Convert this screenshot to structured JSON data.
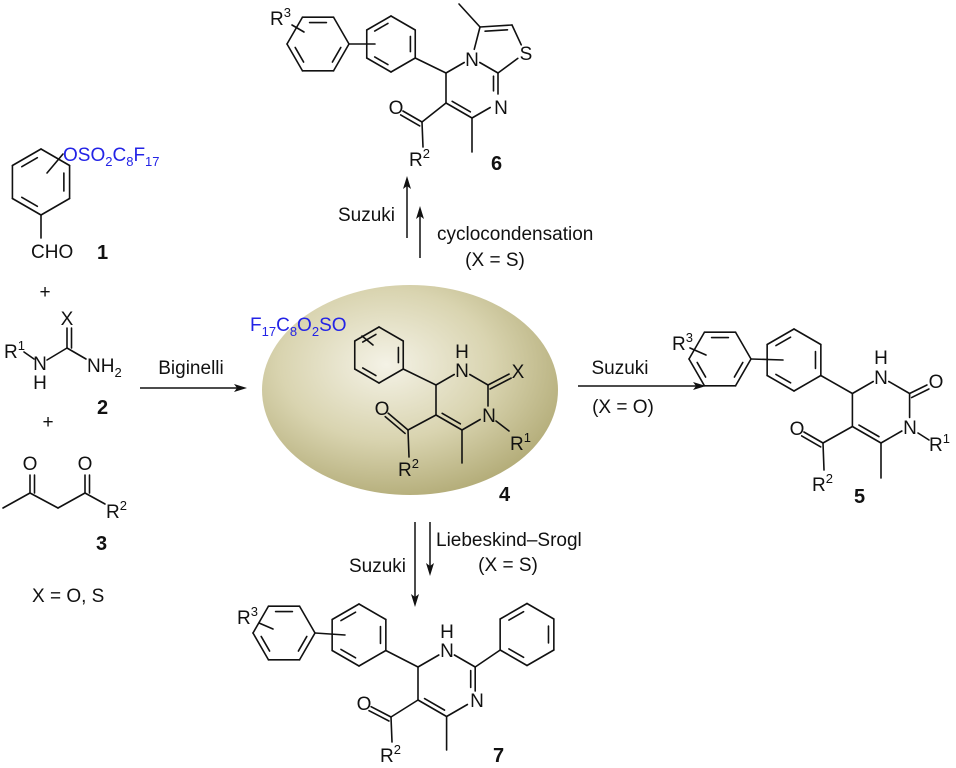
{
  "reactants": {
    "compound_1": {
      "number": "1",
      "substituent": "OSO2C8F17",
      "aldehyde": "CHO"
    },
    "plus_1": "+",
    "compound_2": {
      "number": "2",
      "r_group": "R1",
      "hetero_atom": "X",
      "nitrogen": "N",
      "hydrogen": "H",
      "amine": "NH2"
    },
    "plus_2": "+",
    "compound_3": {
      "number": "3",
      "oxygen_1": "O",
      "oxygen_2": "O",
      "r_group": "R2"
    },
    "condition_note": "X = O, S"
  },
  "reactions": {
    "biginelli": {
      "label": "Biginelli"
    },
    "to_6": {
      "reagent": "Suzuki",
      "step": "cyclocondensation",
      "condition": "(X = S)"
    },
    "to_5": {
      "reagent": "Suzuki",
      "condition": "(X = O)"
    },
    "to_7": {
      "reagent": "Suzuki",
      "step": "Liebeskind–Srogl",
      "condition": "(X = S)"
    }
  },
  "products": {
    "compound_4": {
      "number": "4",
      "substituent": "F17C8O2SO",
      "hydrogen": "H",
      "n1": "N",
      "hetero_atom": "X",
      "n3": "N",
      "r1": "R1",
      "oxygen": "O",
      "r2": "R2"
    },
    "compound_5": {
      "number": "5",
      "r3": "R3",
      "hydrogen": "H",
      "n1": "N",
      "oxygen_ring": "O",
      "n3": "N",
      "r1": "R1",
      "oxygen": "O",
      "r2": "R2"
    },
    "compound_6": {
      "number": "6",
      "r3": "R3",
      "n_bridge": "N",
      "sulfur": "S",
      "n_ring": "N",
      "oxygen": "O",
      "r2": "R2"
    },
    "compound_7": {
      "number": "7",
      "r3": "R3",
      "hydrogen": "H",
      "n1": "N",
      "n3": "N",
      "oxygen": "O",
      "r2": "R2"
    }
  },
  "colors": {
    "perfluoro_tag": "#2323e6",
    "highlight_center": "#f4f2e6",
    "highlight_edge": "#b3ac78",
    "ink": "#111111"
  }
}
